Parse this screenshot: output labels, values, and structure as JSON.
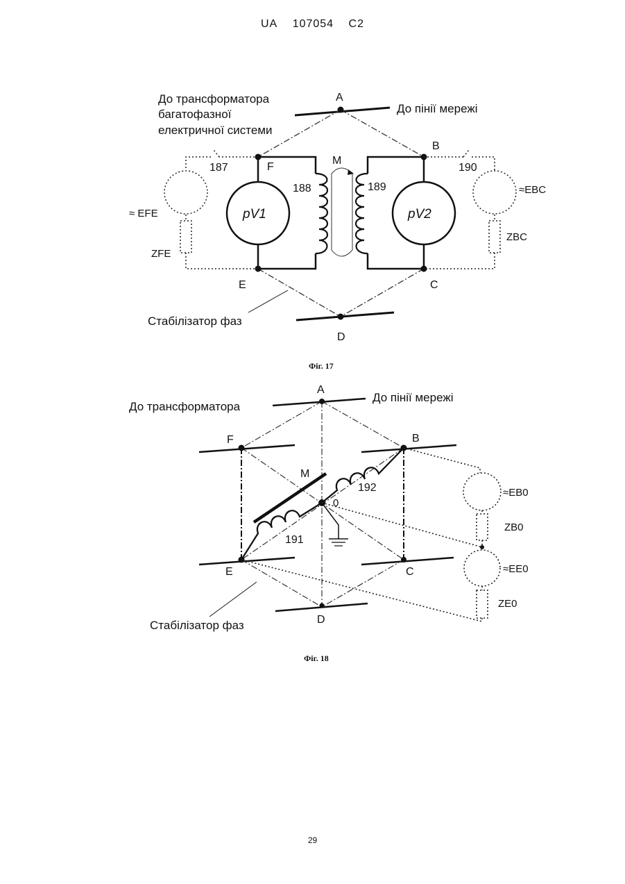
{
  "header": {
    "country": "UA",
    "number": "107054",
    "kind": "C2"
  },
  "page_number": "29",
  "fig17": {
    "caption": "Фіг. 17",
    "label_to_transformer": [
      "До трансформатора",
      "багатофазної",
      "електричної системи"
    ],
    "label_to_network": "До пінії мережі",
    "label_stabilizer": "Стабілізатор фаз",
    "nodes": {
      "A": "A",
      "B": "B",
      "C": "C",
      "D": "D",
      "E": "E",
      "F": "F",
      "M": "M"
    },
    "refs": {
      "r187": "187",
      "r188": "188",
      "r189": "189",
      "r190": "190"
    },
    "meters": {
      "pv1": "pV1",
      "pv2": "pV2"
    },
    "sources": {
      "efe": "≈ EFE",
      "zfe": "ZFE",
      "ebc": "≈EBC",
      "zbc": "ZBC"
    }
  },
  "fig18": {
    "caption": "Фіг. 18",
    "label_to_transformer": "До трансформатора",
    "label_to_network": "До пінії мережі",
    "label_stabilizer": "Стабілізатор фаз",
    "nodes": {
      "A": "A",
      "B": "B",
      "C": "C",
      "D": "D",
      "E": "E",
      "F": "F",
      "M": "M",
      "O": "0"
    },
    "refs": {
      "r191": "191",
      "r192": "192"
    },
    "sources": {
      "eb0": "≈EB0",
      "zb0": "ZB0",
      "ee0": "≈EE0",
      "ze0": "ZE0"
    }
  }
}
